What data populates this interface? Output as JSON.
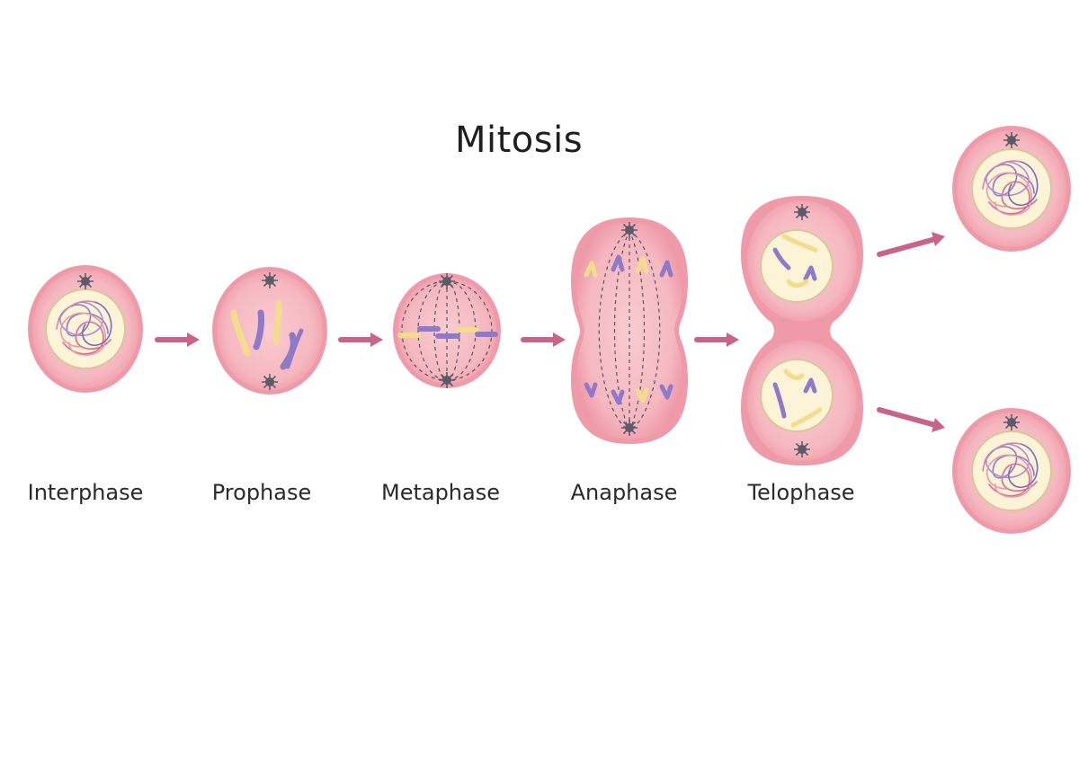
{
  "title": "Mitosis",
  "stages": [
    {
      "key": "interphase",
      "label": "Interphase"
    },
    {
      "key": "prophase",
      "label": "Prophase"
    },
    {
      "key": "metaphase",
      "label": "Metaphase"
    },
    {
      "key": "anaphase",
      "label": "Anaphase"
    },
    {
      "key": "telophase",
      "label": "Telophase"
    }
  ],
  "colors": {
    "cell_outer": "#f4a7b4",
    "cell_inner": "#f8c6cc",
    "cell_stroke": "#e58a9b",
    "nucleus": "#fdf3d6",
    "nucleus_stroke": "#d9c79a",
    "chromosome_purple": "#8f79c9",
    "chromosome_yellow": "#f3dc8c",
    "arrow": "#c9638a",
    "centrosome": "#5b5b6b"
  }
}
